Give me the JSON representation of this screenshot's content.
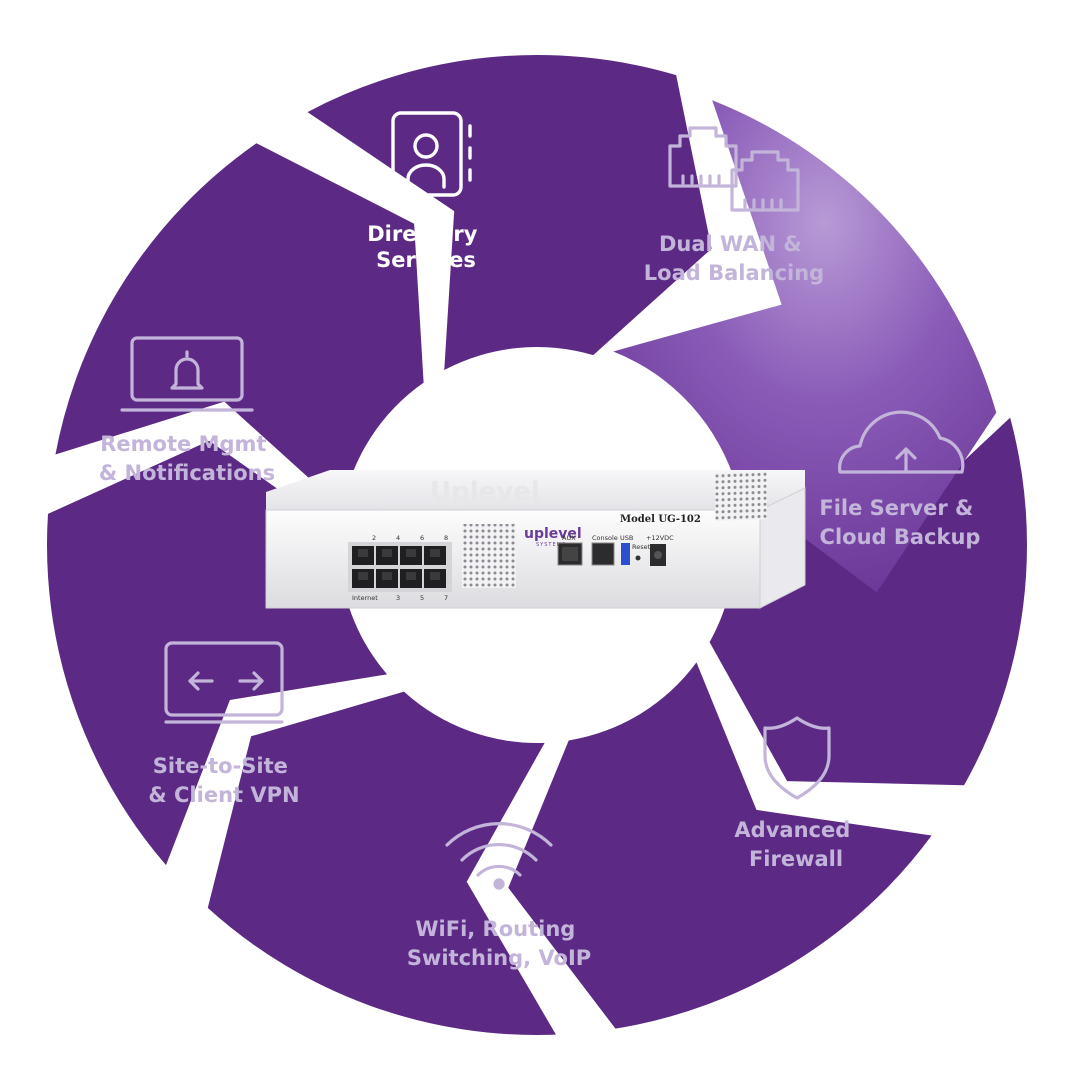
{
  "colors": {
    "segment": "#5c2a85",
    "segment_active": "#7a4aa8",
    "label": "#c3b4da",
    "label_active": "#ffffff"
  },
  "segments": [
    {
      "icon": "contact-book-icon",
      "line1": "Directory",
      "line2": "Services",
      "active": true
    },
    {
      "icon": "ethernet-ports-icon",
      "line1": "Dual WAN &",
      "line2": "Load Balancing"
    },
    {
      "icon": "cloud-upload-icon",
      "line1": "File Server &",
      "line2": "Cloud Backup"
    },
    {
      "icon": "shield-icon",
      "line1": "Advanced",
      "line2": "Firewall"
    },
    {
      "icon": "wifi-icon",
      "line1": "WiFi, Routing",
      "line2": "Switching, VoIP"
    },
    {
      "icon": "monitor-arrows-icon",
      "line1": "Site-to-Site",
      "line2": "& Client VPN"
    },
    {
      "icon": "laptop-bell-icon",
      "line1": "Remote Mgmt",
      "line2": "& Notifications"
    }
  ],
  "device": {
    "emboss": "Uplevel",
    "brand": "uplevel",
    "brand_sub": "SYSTEMS",
    "model": "Model UG-102",
    "port_numbers_top": [
      "2",
      "4",
      "6",
      "8"
    ],
    "port_numbers_bottom": [
      "Internet",
      "3",
      "5",
      "7"
    ],
    "labels": {
      "aux": "AUX",
      "console": "Console",
      "usb": "USB",
      "reset": "Reset",
      "power": "+12VDC"
    }
  }
}
